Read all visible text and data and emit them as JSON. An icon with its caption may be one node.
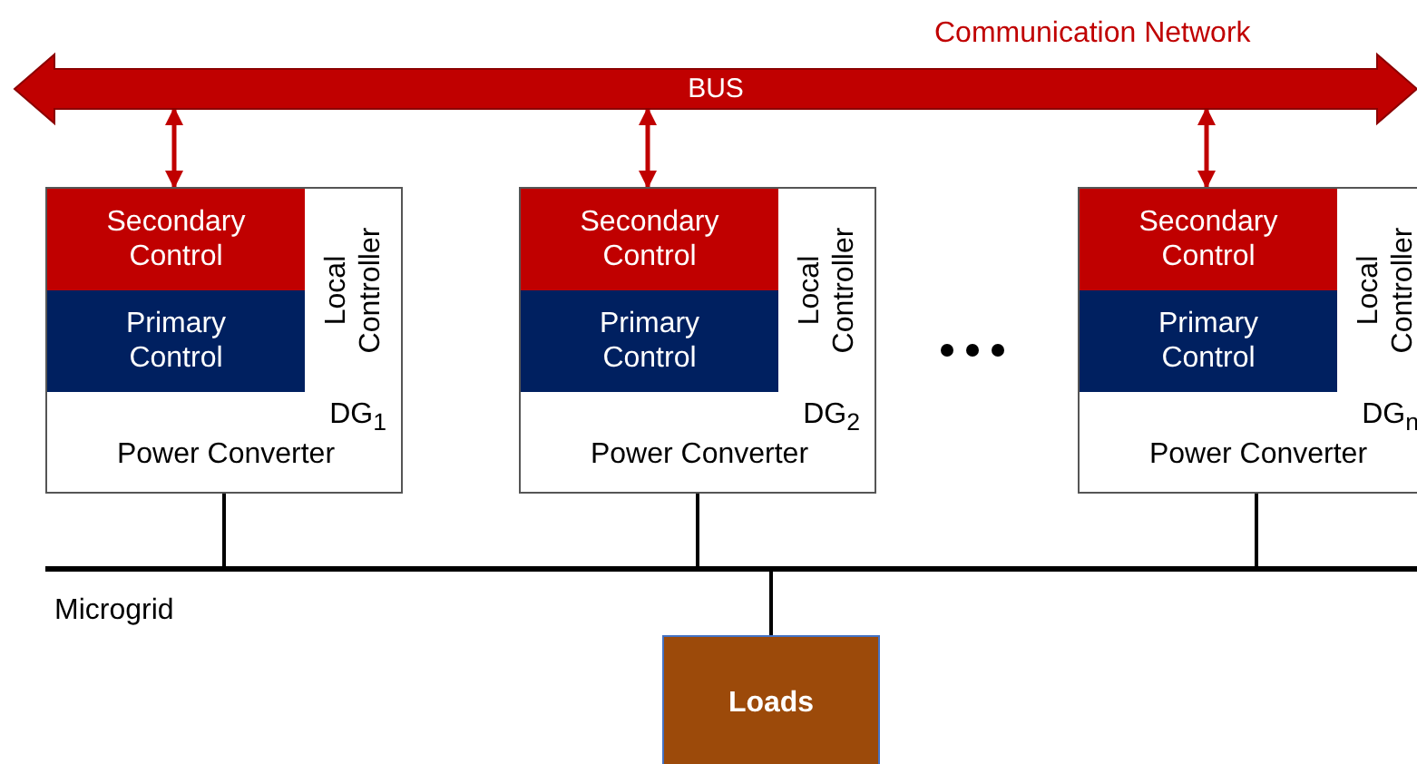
{
  "diagram": {
    "nodes": [
      {
        "text": [
          "BUS"
        ]
      },
      {
        "text": [
          "Local Controller",
          "DG$_{1}$",
          "Power Converter"
        ]
      },
      {
        "text": [
          "Secondary Control"
        ],
        "in": 1
      },
      {
        "text": [
          "Primary Control"
        ],
        "in": 1
      },
      {
        "text": [
          "Local Controller",
          "DG$_{2}$",
          "Power Converter"
        ]
      },
      {
        "text": [
          "Secondary Control"
        ],
        "in": 4
      },
      {
        "text": [
          "Primary Control"
        ],
        "in": 4
      },
      {
        "text": [
          "Local Controller",
          "DG$_{n}$",
          "Power Converter"
        ]
      },
      {
        "text": [
          "Secondary Control"
        ],
        "in": 7
      },
      {
        "text": [
          "Primary Control"
        ],
        "in": 7
      },
      {
        "text": [],
        "shape": "bar",
        "beside": [
          "Microgrid"
        ]
      },
      {
        "text": [
          "Loads"
        ]
      }
    ],
    "edges": [
      {
        "from": 0,
        "to": 2,
        "arrow": "both",
        "color": "#c00000"
      },
      {
        "from": 0,
        "to": 5,
        "arrow": "both",
        "color": "#c00000"
      },
      {
        "from": 0,
        "to": 8,
        "arrow": "both",
        "color": "#c00000"
      },
      {
        "from": 1,
        "to": 10,
        "arrow": "none"
      },
      {
        "from": 4,
        "to": 10,
        "arrow": "none"
      },
      {
        "from": 7,
        "to": 10,
        "arrow": "none"
      },
      {
        "from": 10,
        "to": 11,
        "arrow": "none"
      }
    ],
    "labels": [
      "Communication Network"
    ]
  }
}
